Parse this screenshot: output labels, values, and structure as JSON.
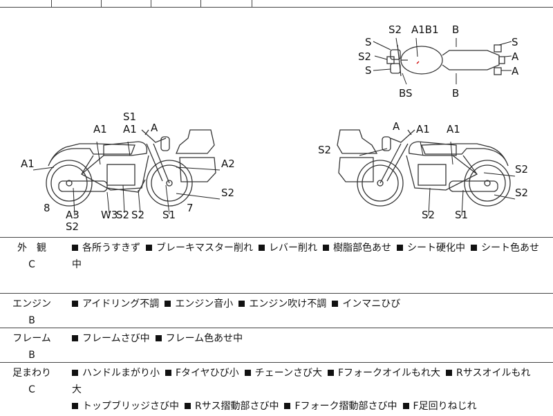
{
  "diagram": {
    "side_left_labels": [
      "S1",
      "A1",
      "A",
      "A1",
      "A1",
      "A2",
      "S2",
      "8",
      "A3",
      "S2",
      "W3",
      "S2",
      "S2",
      "S1",
      "7"
    ],
    "side_right_labels": [
      "A",
      "A1",
      "A1",
      "S2",
      "S2",
      "S2",
      "S2",
      "S1"
    ],
    "top_labels": [
      "S2",
      "A1B1",
      "B",
      "S",
      "S2",
      "S",
      "S",
      "A",
      "A",
      "BS",
      "B"
    ]
  },
  "sections": [
    {
      "name": "外　観",
      "grade": "C",
      "lines": [
        [
          "各所うすきず",
          "ブレーキマスター削れ",
          "レバー削れ",
          "樹脂部色あせ",
          "シート硬化中",
          "シート色あせ中"
        ]
      ]
    },
    {
      "name": "エンジン",
      "grade": "B",
      "lines": [
        [
          "アイドリング不調",
          "エンジン音小",
          "エンジン吹け不調",
          "インマニひび"
        ]
      ]
    },
    {
      "name": "フレーム",
      "grade": "B",
      "lines": [
        [
          "フレームさび中",
          "フレーム色あせ中"
        ]
      ]
    },
    {
      "name": "足まわり",
      "grade": "C",
      "lines": [
        [
          "ハンドルまがり小",
          "Fタイヤひび小",
          "チェーンさび大",
          "Fフォークオイルもれ大",
          "Rサスオイルもれ大"
        ],
        [
          "トップブリッジさび中",
          "Rサス摺動部さび中",
          "Fフォーク摺動部さび中",
          "F足回りねじれ"
        ]
      ]
    }
  ]
}
